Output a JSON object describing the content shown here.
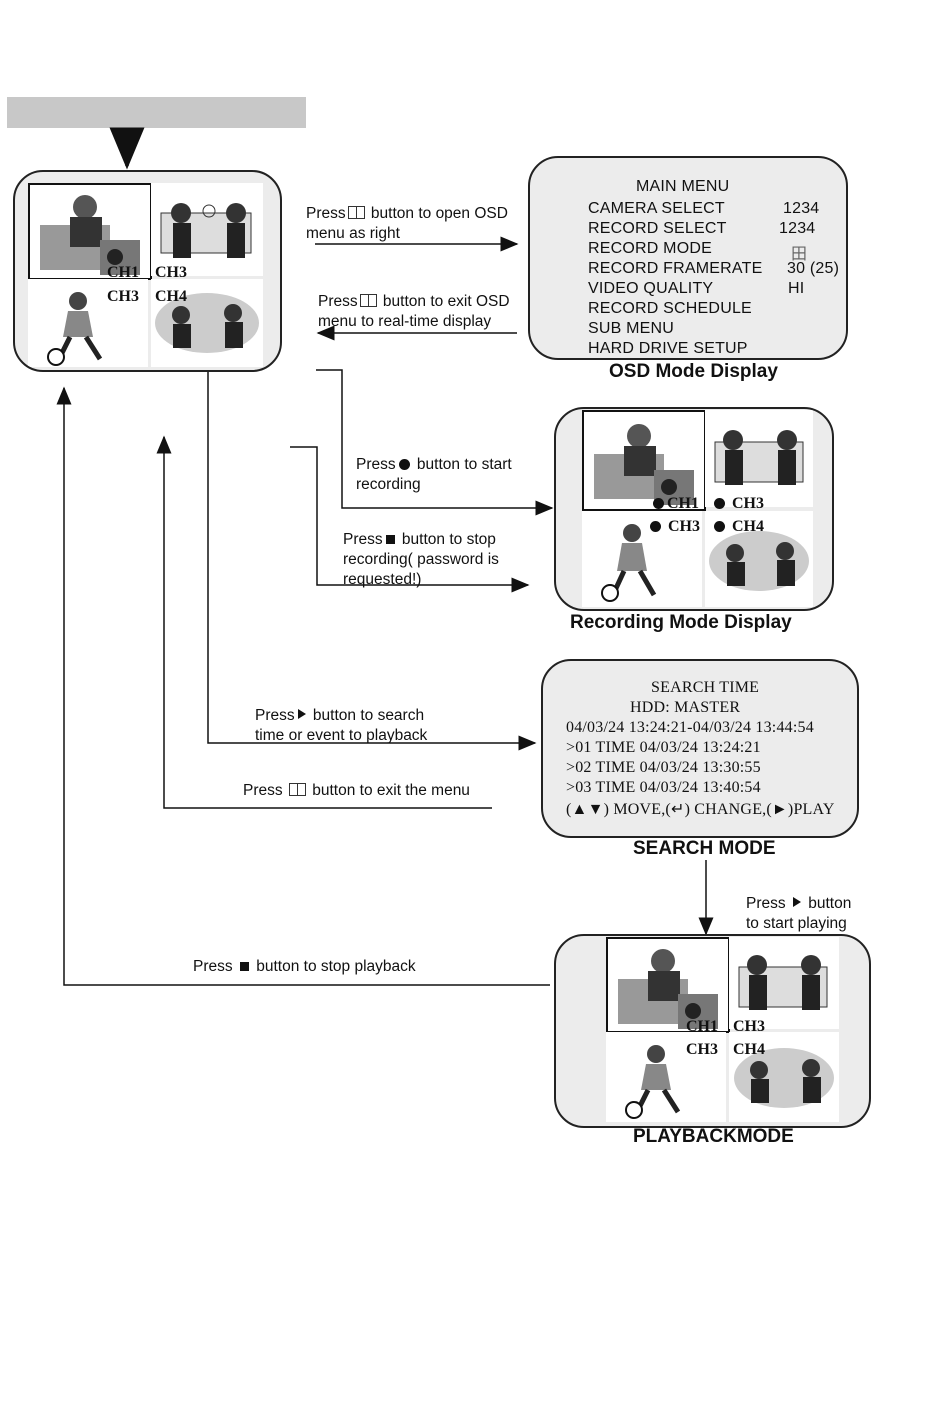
{
  "osd_menu": {
    "title": "MAIN MENU",
    "rows": [
      {
        "label": "CAMERA SELECT",
        "value": "1234"
      },
      {
        "label": "RECORD SELECT",
        "value": "1234"
      },
      {
        "label": "RECORD MODE",
        "value": "田"
      },
      {
        "label": "RECORD FRAMERATE",
        "value": "30 (25)"
      },
      {
        "label": "VIDEO QUALITY",
        "value": "HI"
      },
      {
        "label": "RECORD SCHEDULE",
        "value": ""
      },
      {
        "label": "SUB MENU",
        "value": ""
      },
      {
        "label": "HARD DRIVE SETUP",
        "value": ""
      }
    ],
    "caption": "OSD Mode Display"
  },
  "search_menu": {
    "lines": [
      "SEARCH TIME",
      "HDD: MASTER",
      "04/03/24 13:24:21-04/03/24 13:44:54",
      ">01 TIME 04/03/24 13:24:21",
      ">02 TIME 04/03/24 13:30:55",
      ">03 TIME 04/03/24 13:40:54",
      "(▲▼) MOVE,(↵) CHANGE,(►)PLAY"
    ],
    "caption": "SEARCH MODE"
  },
  "live_display": {
    "labels": {
      "ch1": "CH1",
      "ch3_top": "CH3",
      "ch3": "CH3",
      "ch4": "CH4"
    }
  },
  "recording_display": {
    "labels": {
      "ch1": "CH1",
      "ch3_top": "CH3",
      "ch3": "CH3",
      "ch4": "CH4"
    },
    "caption": "Recording Mode Display"
  },
  "playback_display": {
    "labels": {
      "ch1": "CH1",
      "ch3_top": "CH3",
      "ch3": "CH3",
      "ch4": "CH4"
    },
    "caption": "PLAYBACKMODE"
  },
  "notes": {
    "open_osd": {
      "pre": "Press",
      "post": " button to open OSD",
      "line2": "menu as right"
    },
    "exit_osd": {
      "pre": "Press",
      "post": " button to exit OSD",
      "line2": "menu to real-time display"
    },
    "start_rec": {
      "pre": "Press",
      "post": "  button to start",
      "line2": "recording"
    },
    "stop_rec": {
      "pre": "Press",
      "post": "  button to stop",
      "line2": "recording( password is",
      "line3": "requested!)"
    },
    "search": {
      "pre": "Press",
      "post": "  button to  search",
      "line2": "time or event to playback"
    },
    "exit_menu": {
      "pre": "Press ",
      "post": " button to  exit the menu"
    },
    "start_play": {
      "line1_pre": "Press ",
      "line1_post": " button",
      "line2": "to  start playing"
    },
    "stop_play": {
      "pre": "Press ",
      "post": " button to  stop playback"
    }
  },
  "icons": {
    "menu_button": "book-icon",
    "record_button": "dot-icon",
    "stop_button": "square-icon",
    "play_button": "triangle-icon"
  }
}
